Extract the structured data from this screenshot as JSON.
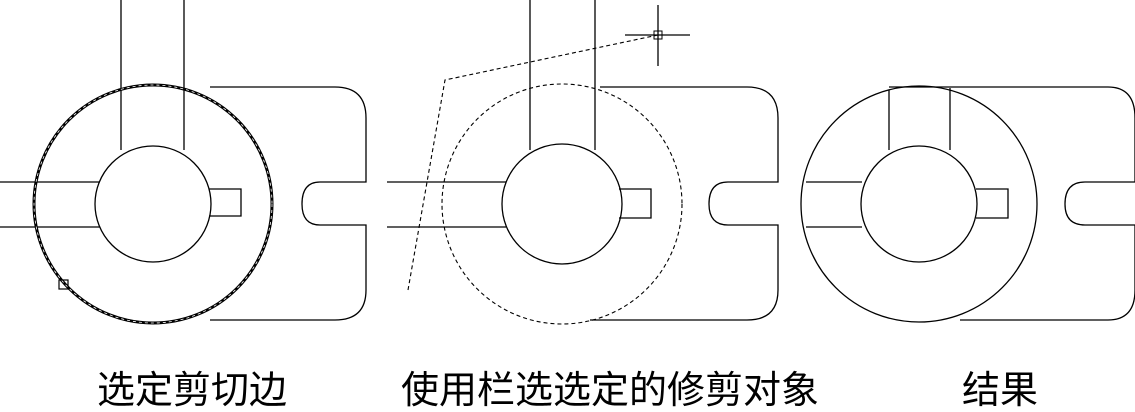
{
  "captions": {
    "step1": "选定剪切边",
    "step2": "使用栏选选定的修剪对象",
    "step3": "结果"
  }
}
